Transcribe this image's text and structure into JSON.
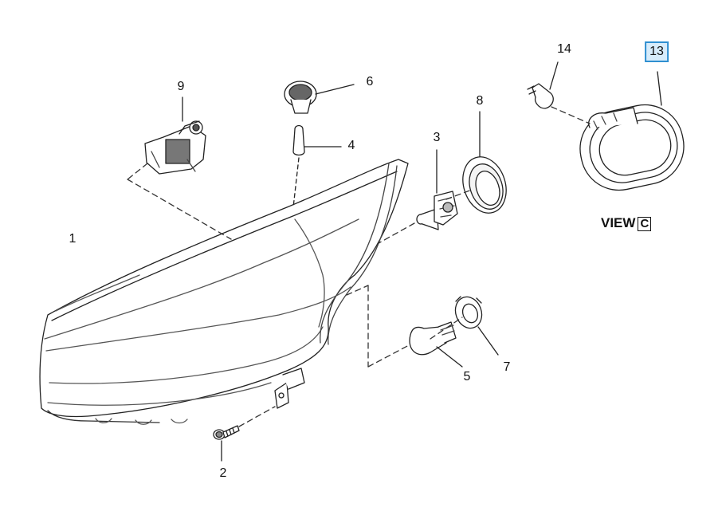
{
  "callouts": [
    {
      "id": "c1",
      "text": "1"
    },
    {
      "id": "c2",
      "text": "2"
    },
    {
      "id": "c3",
      "text": "3"
    },
    {
      "id": "c4",
      "text": "4"
    },
    {
      "id": "c5",
      "text": "5"
    },
    {
      "id": "c6",
      "text": "6"
    },
    {
      "id": "c7",
      "text": "7"
    },
    {
      "id": "c8",
      "text": "8"
    },
    {
      "id": "c9",
      "text": "9"
    },
    {
      "id": "c13",
      "text": "13"
    },
    {
      "id": "c14",
      "text": "14"
    }
  ],
  "view": {
    "prefix": "VIEW",
    "letter": "C"
  },
  "highlight_color": "#2f8fd0"
}
